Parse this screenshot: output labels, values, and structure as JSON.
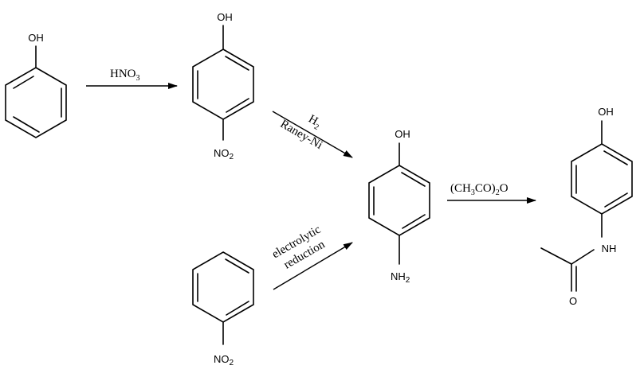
{
  "molecules": {
    "phenol": {
      "oh": "OH"
    },
    "p_nitrophenol": {
      "oh": "OH",
      "no2_main": "NO",
      "no2_sub": "2"
    },
    "p_aminophenol": {
      "oh": "OH",
      "nh2_main": "NH",
      "nh2_sub": "2"
    },
    "nitrobenzene": {
      "no2_main": "NO",
      "no2_sub": "2"
    },
    "paracetamol": {
      "oh": "OH",
      "nh": "NH",
      "o": "O"
    }
  },
  "reactions": {
    "nitration": {
      "reagent_main": "HNO",
      "reagent_sub": "3"
    },
    "hydrogenation": {
      "line1_main": "H",
      "line1_sub": "2",
      "line2": "Raney-Ni"
    },
    "electrolysis": {
      "line1": "electrolytic",
      "line2": "reduction"
    },
    "acetylation": {
      "p1": "(CH",
      "s1": "3",
      "p2": "CO)",
      "s2": "2",
      "p3": "O"
    }
  }
}
